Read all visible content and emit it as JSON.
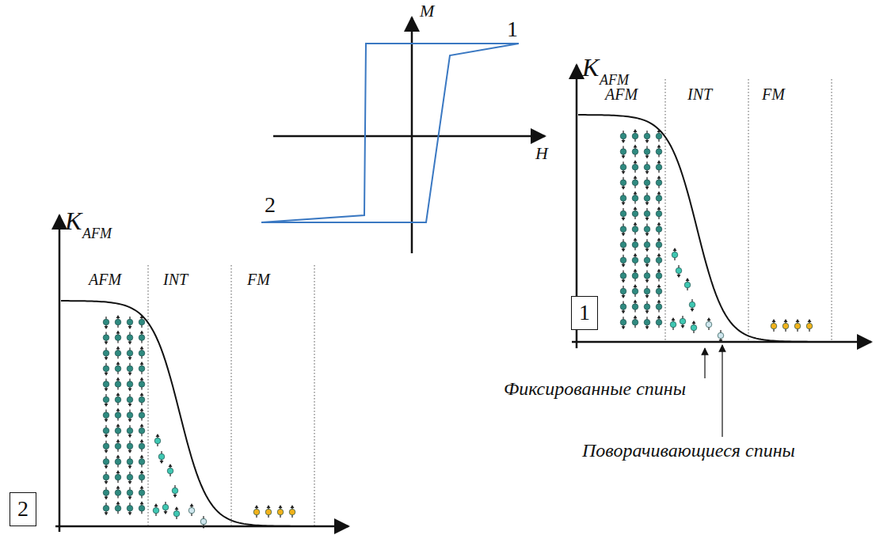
{
  "diagram": {
    "nodes": [
      {
        "text": [
          "1"
        ]
      },
      {
        "text": [
          "2"
        ]
      }
    ],
    "labels": [
      "M",
      "H",
      "1",
      "2",
      "K",
      "AFM",
      "AFM",
      "INT",
      "FM",
      "Фиксированные спины",
      "Поворачивающиеся спины",
      "K",
      "AFM",
      "AFM",
      "INT",
      "FM"
    ]
  }
}
